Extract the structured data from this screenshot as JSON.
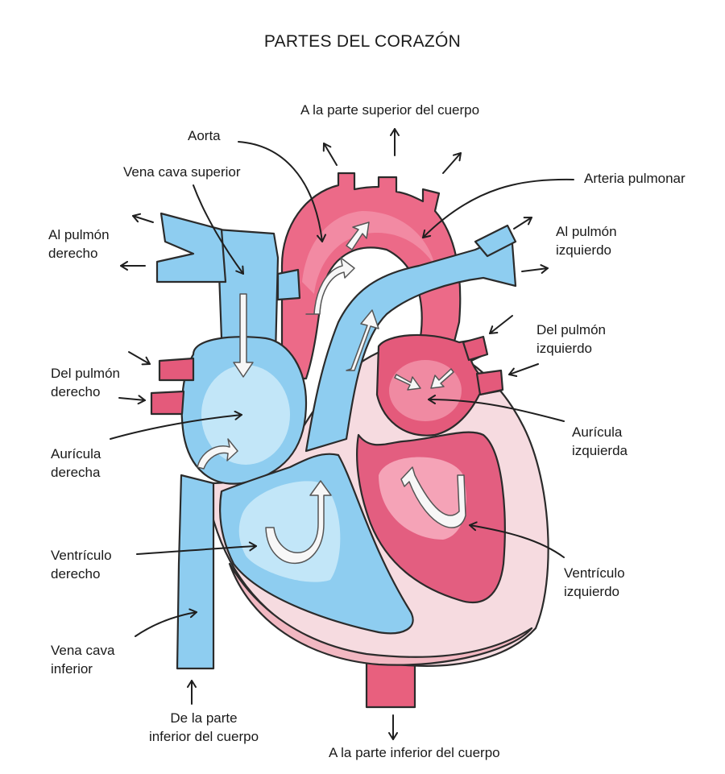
{
  "title": "PARTES DEL CORAZÓN",
  "labels": {
    "upper_body": "A la parte superior del cuerpo",
    "aorta": "Aorta",
    "svc": "Vena cava superior",
    "pulmonary_artery": "Arteria pulmonar",
    "to_right_lung_1": "Al pulmón",
    "to_right_lung_2": "derecho",
    "to_left_lung_1": "Al pulmón",
    "to_left_lung_2": "izquierdo",
    "from_left_lung_1": "Del pulmón",
    "from_left_lung_2": "izquierdo",
    "from_right_lung_1": "Del pulmón",
    "from_right_lung_2": "derecho",
    "left_atrium_1": "Aurícula",
    "left_atrium_2": "izquierda",
    "right_atrium_1": "Aurícula",
    "right_atrium_2": "derecha",
    "right_ventricle_1": "Ventrículo",
    "right_ventricle_2": "derecho",
    "left_ventricle_1": "Ventrículo",
    "left_ventricle_2": "izquierdo",
    "ivc_1": "Vena cava",
    "ivc_2": "inferior",
    "lower_body_from_1": "De la parte",
    "lower_body_from_2": "inferior del cuerpo",
    "lower_body_to": "A la parte inferior del cuerpo"
  },
  "colors": {
    "deoxygenated": "#8ecdf0",
    "oxygenated": "#e85a7a",
    "pericardium": "#f6dbe0",
    "outline": "#2b2b2b"
  }
}
